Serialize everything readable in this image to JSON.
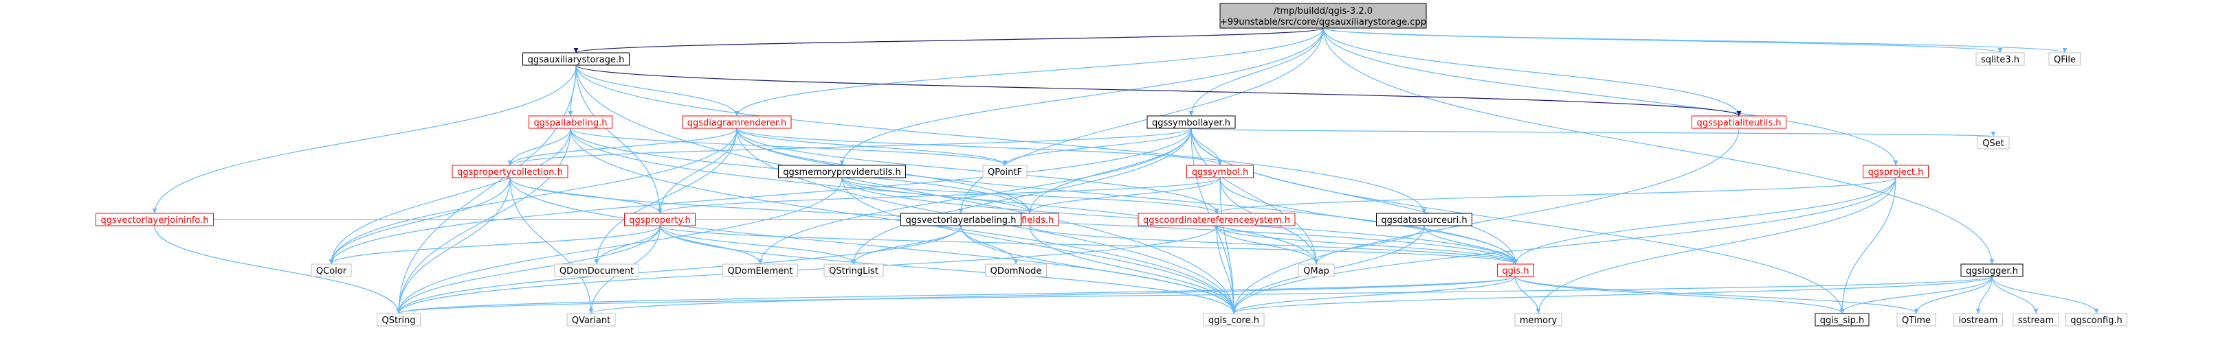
{
  "graph": {
    "root": {
      "line1": "/tmp/buildd/qgis-3.2.0",
      "line2": "+99unstable/src/core/qgsauxiliarystorage.cpp"
    },
    "nodes": [
      {
        "id": "qgsauxiliarystorage_h",
        "label": "qgsauxiliarystorage.h",
        "style": "black"
      },
      {
        "id": "sqlite3_h",
        "label": "sqlite3.h",
        "style": "gray"
      },
      {
        "id": "qfile",
        "label": "QFile",
        "style": "gray"
      },
      {
        "id": "qgspallabeling_h",
        "label": "qgspallabeling.h",
        "style": "red"
      },
      {
        "id": "qgsdiagramrenderer_h",
        "label": "qgsdiagramrenderer.h",
        "style": "red"
      },
      {
        "id": "qgssymbollayer_h",
        "label": "qgssymbollayer.h",
        "style": "black"
      },
      {
        "id": "qgsspatialiteutils_h",
        "label": "qgsspatialiteutils.h",
        "style": "red"
      },
      {
        "id": "qset",
        "label": "QSet",
        "style": "gray"
      },
      {
        "id": "qgspropertycollection_h",
        "label": "qgspropertycollection.h",
        "style": "red"
      },
      {
        "id": "qpointf",
        "label": "QPointF",
        "style": "gray"
      },
      {
        "id": "qgsmemoryproviderutils_h",
        "label": "qgsmemoryproviderutils.h",
        "style": "black"
      },
      {
        "id": "qgssymbol_h",
        "label": "qgssymbol.h",
        "style": "red"
      },
      {
        "id": "qgsproject_h",
        "label": "qgsproject.h",
        "style": "red"
      },
      {
        "id": "qgsvectorlayerjoininfo_h",
        "label": "qgsvectorlayerjoininfo.h",
        "style": "red"
      },
      {
        "id": "qgsproperty_h",
        "label": "qgsproperty.h",
        "style": "red"
      },
      {
        "id": "qgsfields_h",
        "label": "qgsfields.h",
        "style": "red"
      },
      {
        "id": "qgsvectorlayerlabeling_h",
        "label": "qgsvectorlayerlabeling.h",
        "style": "black"
      },
      {
        "id": "qgscoordinatereferencesystem_h",
        "label": "qgscoordinatereferencesystem.h",
        "style": "red"
      },
      {
        "id": "qgsdatasourceuri_h",
        "label": "qgsdatasourceuri.h",
        "style": "black"
      },
      {
        "id": "qcolor",
        "label": "QColor",
        "style": "gray"
      },
      {
        "id": "qdomdocument",
        "label": "QDomDocument",
        "style": "gray"
      },
      {
        "id": "qdomelement",
        "label": "QDomElement",
        "style": "gray"
      },
      {
        "id": "qstringlist",
        "label": "QStringList",
        "style": "gray"
      },
      {
        "id": "qdomnode",
        "label": "QDomNode",
        "style": "gray"
      },
      {
        "id": "qmap",
        "label": "QMap",
        "style": "gray"
      },
      {
        "id": "qgis_h",
        "label": "qgis.h",
        "style": "red"
      },
      {
        "id": "qgslogger_h",
        "label": "qgslogger.h",
        "style": "black"
      },
      {
        "id": "qstring",
        "label": "QString",
        "style": "gray"
      },
      {
        "id": "qvariant",
        "label": "QVariant",
        "style": "gray"
      },
      {
        "id": "qgis_core_h",
        "label": "qgis_core.h",
        "style": "gray"
      },
      {
        "id": "memory",
        "label": "memory",
        "style": "gray"
      },
      {
        "id": "qgis_sip_h",
        "label": "qgis_sip.h",
        "style": "black"
      },
      {
        "id": "qtime",
        "label": "QTime",
        "style": "gray"
      },
      {
        "id": "iostream",
        "label": "iostream",
        "style": "gray"
      },
      {
        "id": "sstream",
        "label": "sstream",
        "style": "gray"
      },
      {
        "id": "qgsconfig_h",
        "label": "qgsconfig.h",
        "style": "gray"
      }
    ],
    "edges": [
      [
        "root",
        "qgsauxiliarystorage_h"
      ],
      [
        "root",
        "sqlite3_h"
      ],
      [
        "root",
        "qfile"
      ],
      [
        "root",
        "qgsdiagramrenderer_h"
      ],
      [
        "root",
        "qgssymbollayer_h"
      ],
      [
        "root",
        "qgsspatialiteutils_h"
      ],
      [
        "root",
        "qgsmemoryproviderutils_h"
      ],
      [
        "root",
        "qgsvectorlayerlabeling_h"
      ],
      [
        "root",
        "qgsproject_h"
      ],
      [
        "root",
        "qgslogger_h"
      ],
      [
        "qgsauxiliarystorage_h",
        "qgspallabeling_h"
      ],
      [
        "qgsauxiliarystorage_h",
        "qgsdiagramrenderer_h"
      ],
      [
        "qgsauxiliarystorage_h",
        "qgsspatialiteutils_h"
      ],
      [
        "qgsauxiliarystorage_h",
        "qgsvectorlayerjoininfo_h"
      ],
      [
        "qgsauxiliarystorage_h",
        "qgsproperty_h"
      ],
      [
        "qgsauxiliarystorage_h",
        "qgsdatasourceuri_h"
      ],
      [
        "qgsauxiliarystorage_h",
        "qstring"
      ],
      [
        "qgsauxiliarystorage_h",
        "qgis_core_h"
      ],
      [
        "qgspallabeling_h",
        "qgspropertycollection_h"
      ],
      [
        "qgspallabeling_h",
        "qgsfields_h"
      ],
      [
        "qgspallabeling_h",
        "qpointf"
      ],
      [
        "qgspallabeling_h",
        "qcolor"
      ],
      [
        "qgspallabeling_h",
        "qgis_core_h"
      ],
      [
        "qgspallabeling_h",
        "qstring"
      ],
      [
        "qgspallabeling_h",
        "qmap"
      ],
      [
        "qgsdiagramrenderer_h",
        "qgspropertycollection_h"
      ],
      [
        "qgsdiagramrenderer_h",
        "qgsproperty_h"
      ],
      [
        "qgsdiagramrenderer_h",
        "qgssymbol_h"
      ],
      [
        "qgsdiagramrenderer_h",
        "qgsfields_h"
      ],
      [
        "qgsdiagramrenderer_h",
        "qcolor"
      ],
      [
        "qgsdiagramrenderer_h",
        "qpointf"
      ],
      [
        "qgsdiagramrenderer_h",
        "qdomdocument"
      ],
      [
        "qgsdiagramrenderer_h",
        "qgis_core_h"
      ],
      [
        "qgsdiagramrenderer_h",
        "qgis_h"
      ],
      [
        "qgsdiagramrenderer_h",
        "qgscoordinatereferencesystem_h"
      ],
      [
        "qgssymbollayer_h",
        "qgspropertycollection_h"
      ],
      [
        "qgssymbollayer_h",
        "qgssymbol_h"
      ],
      [
        "qgssymbollayer_h",
        "qgsfields_h"
      ],
      [
        "qgssymbollayer_h",
        "qpointf"
      ],
      [
        "qgssymbollayer_h",
        "qset"
      ],
      [
        "qgssymbollayer_h",
        "qmap"
      ],
      [
        "qgssymbollayer_h",
        "qgis_h"
      ],
      [
        "qgssymbollayer_h",
        "qcolor"
      ],
      [
        "qgssymbollayer_h",
        "qdomelement"
      ],
      [
        "qgssymbollayer_h",
        "qgis_core_h"
      ],
      [
        "qgssymbollayer_h",
        "qgis_sip_h"
      ],
      [
        "qgssymbollayer_h",
        "qstringlist"
      ],
      [
        "qgsspatialiteutils_h",
        "qgis_core_h"
      ],
      [
        "qgspropertycollection_h",
        "qgsproperty_h"
      ],
      [
        "qgspropertycollection_h",
        "qgis_h"
      ],
      [
        "qgspropertycollection_h",
        "qcolor"
      ],
      [
        "qgspropertycollection_h",
        "qstring"
      ],
      [
        "qgspropertycollection_h",
        "qvariant"
      ],
      [
        "qgspropertycollection_h",
        "qgis_core_h"
      ],
      [
        "qgsmemoryproviderutils_h",
        "qgsfields_h"
      ],
      [
        "qgsmemoryproviderutils_h",
        "qgscoordinatereferencesystem_h"
      ],
      [
        "qgsmemoryproviderutils_h",
        "qgis_h"
      ],
      [
        "qgsmemoryproviderutils_h",
        "qgis_core_h"
      ],
      [
        "qgsmemoryproviderutils_h",
        "qstring"
      ],
      [
        "qgssymbol_h",
        "qgsfields_h"
      ],
      [
        "qgssymbol_h",
        "qgsproperty_h"
      ],
      [
        "qgssymbol_h",
        "qgis_h"
      ],
      [
        "qgssymbol_h",
        "qmap"
      ],
      [
        "qgssymbol_h",
        "qgis_core_h"
      ],
      [
        "qgsproject_h",
        "qgscoordinatereferencesystem_h"
      ],
      [
        "qgsproject_h",
        "qgis_h"
      ],
      [
        "qgsproject_h",
        "qgis_sip_h"
      ],
      [
        "qgsproject_h",
        "qgis_core_h"
      ],
      [
        "qgsproject_h",
        "memory"
      ],
      [
        "qgsvectorlayerjoininfo_h",
        "qstring"
      ],
      [
        "qgsvectorlayerjoininfo_h",
        "qgsfields_h"
      ],
      [
        "qgsproperty_h",
        "qgis_h"
      ],
      [
        "qgsproperty_h",
        "qcolor"
      ],
      [
        "qgsproperty_h",
        "qdomdocument"
      ],
      [
        "qgsproperty_h",
        "qdomelement"
      ],
      [
        "qgsproperty_h",
        "qstringlist"
      ],
      [
        "qgsproperty_h",
        "qstring"
      ],
      [
        "qgsproperty_h",
        "qvariant"
      ],
      [
        "qgsproperty_h",
        "qgis_core_h"
      ],
      [
        "qgsfields_h",
        "qgis_h"
      ],
      [
        "qgsfields_h",
        "qgis_core_h"
      ],
      [
        "qgsvectorlayerlabeling_h",
        "qstringlist"
      ],
      [
        "qgsvectorlayerlabeling_h",
        "qdomnode"
      ],
      [
        "qgsvectorlayerlabeling_h",
        "qgis_core_h"
      ],
      [
        "qgsvectorlayerlabeling_h",
        "qstring"
      ],
      [
        "qgscoordinatereferencesystem_h",
        "qgis_h"
      ],
      [
        "qgscoordinatereferencesystem_h",
        "qmap"
      ],
      [
        "qgscoordinatereferencesystem_h",
        "qstring"
      ],
      [
        "qgscoordinatereferencesystem_h",
        "qgis_core_h"
      ],
      [
        "qgsdatasourceuri_h",
        "qmap"
      ],
      [
        "qgsdatasourceuri_h",
        "qgis_h"
      ],
      [
        "qgsdatasourceuri_h",
        "qgis_core_h"
      ],
      [
        "qgis_h",
        "qstring"
      ],
      [
        "qgis_h",
        "qvariant"
      ],
      [
        "qgis_h",
        "qgis_core_h"
      ],
      [
        "qgis_h",
        "memory"
      ],
      [
        "qgis_h",
        "qgis_sip_h"
      ],
      [
        "qgis_h",
        "qtime"
      ],
      [
        "qgslogger_h",
        "qgis_core_h"
      ],
      [
        "qgslogger_h",
        "qgis_sip_h"
      ],
      [
        "qgslogger_h",
        "qtime"
      ],
      [
        "qgslogger_h",
        "iostream"
      ],
      [
        "qgslogger_h",
        "sstream"
      ],
      [
        "qgslogger_h",
        "qgsconfig_h"
      ],
      [
        "qgslogger_h",
        "qstring"
      ]
    ]
  },
  "colors": {
    "edge": "#63b8ff",
    "edge_dark": "#191970",
    "root_fill": "#bfbfbf",
    "red": "#ff0000",
    "gray": "#bfbfbf",
    "black": "#000000"
  }
}
